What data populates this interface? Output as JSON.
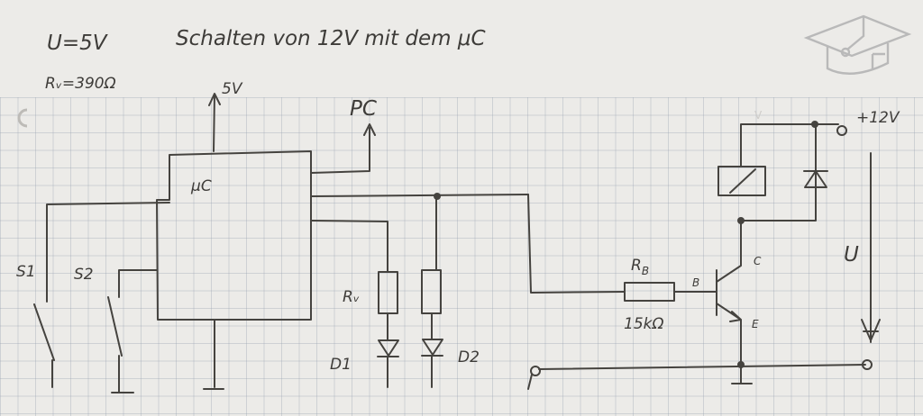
{
  "title": "Schalten von 12V mit dem μC",
  "params": {
    "voltage": "U=5V",
    "resistor": "Rᵥ=390Ω"
  },
  "labels": {
    "supply_5v": "5V",
    "pc": "PC",
    "mc": "μC",
    "s1": "S1",
    "s2": "S2",
    "rv": "Rᵥ",
    "d1": "D1",
    "d2": "D2",
    "rb": "R",
    "rb_sub": "B",
    "rb_value": "15kΩ",
    "base": "B",
    "collector": "C",
    "emitter": "E",
    "supply_12v": "+12V",
    "u": "U",
    "faint_u": "V"
  },
  "colors": {
    "ink": "#45433f",
    "paper": "#ecebe8",
    "grid": "#969fae"
  }
}
